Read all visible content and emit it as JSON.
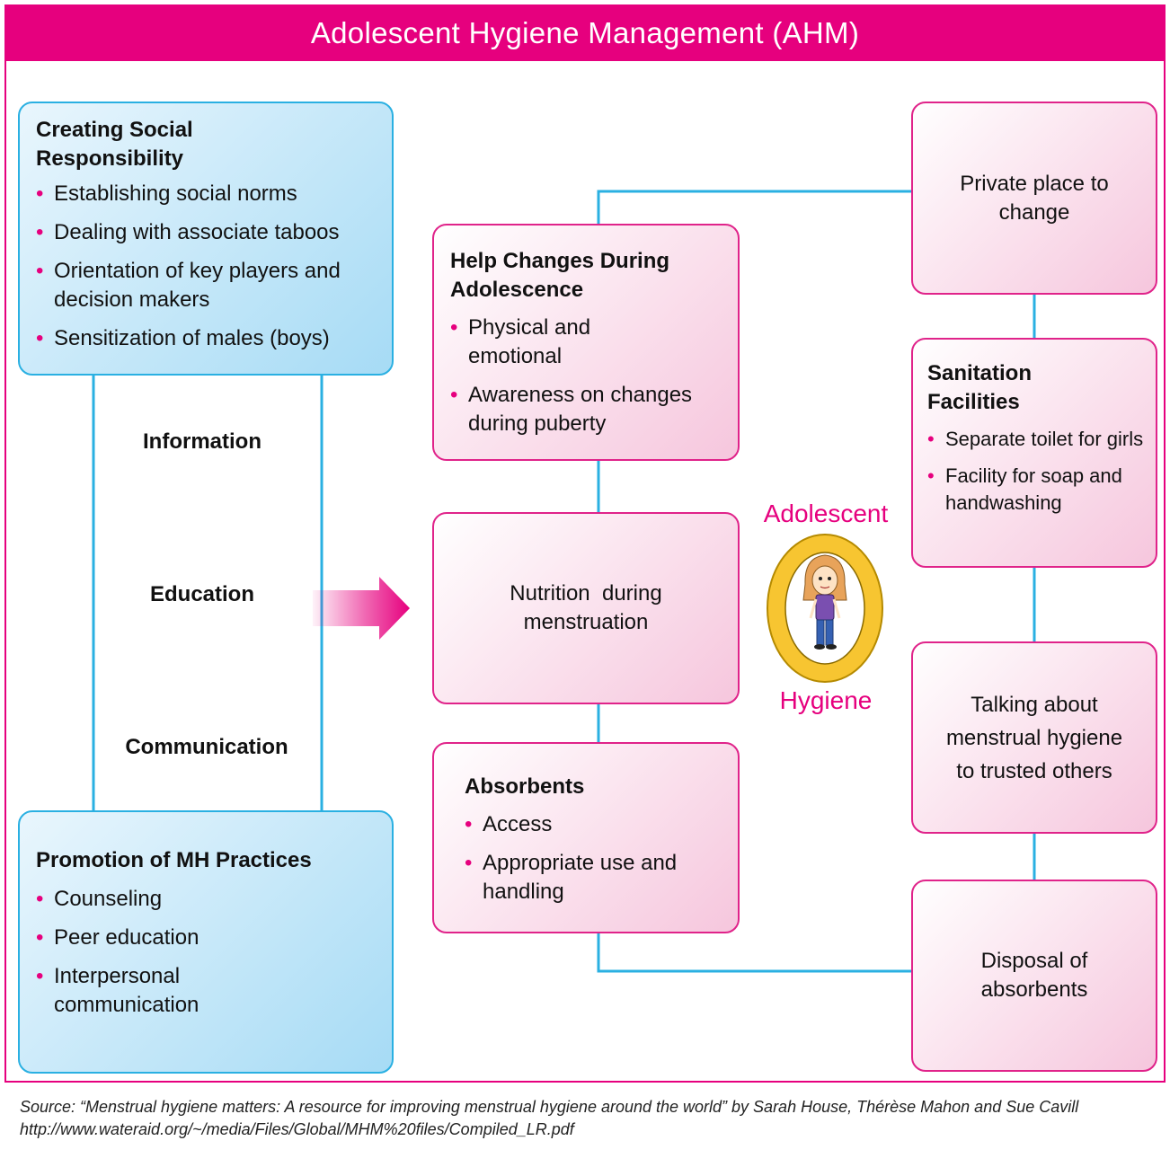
{
  "title": "Adolescent Hygiene Management (AHM)",
  "colors": {
    "accent": "#e6007e",
    "connector": "#2ab0e2",
    "medallion": "#f7c531"
  },
  "left_boxes": {
    "social": {
      "heading": "Creating Social Responsibility",
      "items": [
        "Establishing social norms",
        "Dealing with associate taboos",
        "Orientation of key players and decision makers",
        "Sensitization of males (boys)"
      ]
    },
    "promotion": {
      "heading": "Promotion of MH Practices",
      "items": [
        "Counseling",
        "Peer education",
        "Interpersonal communication"
      ]
    }
  },
  "side_labels": [
    "Information",
    "Education",
    "Communication"
  ],
  "center_boxes": {
    "help": {
      "heading": "Help Changes During Adolescence",
      "items": [
        "Physical and emotional",
        "Awareness on changes during puberty"
      ]
    },
    "nutrition": {
      "text": "Nutrition  during menstruation"
    },
    "absorbents": {
      "heading": "Absorbents",
      "items": [
        "Access",
        "Appropriate use and handling"
      ]
    }
  },
  "center_labels": {
    "top": "Adolescent",
    "bottom": "Hygiene",
    "figure_icon": "girl-figure-icon"
  },
  "right_boxes": {
    "private": {
      "text": "Private place to change"
    },
    "sanitation": {
      "heading": "Sanitation Facilities",
      "items": [
        "Separate toilet for girls",
        "Facility for soap and handwashing"
      ]
    },
    "talking": {
      "text": "Talking about menstrual hygiene to trusted others"
    },
    "disposal": {
      "text": "Disposal of absorbents"
    }
  },
  "source": {
    "line1": "Source: “Menstrual hygiene matters: A resource for improving menstrual hygiene around the world” by Sarah House, Thérèse Mahon and Sue Cavill",
    "line2": "http://www.wateraid.org/~/media/Files/Global/MHM%20files/Compiled_LR.pdf"
  }
}
